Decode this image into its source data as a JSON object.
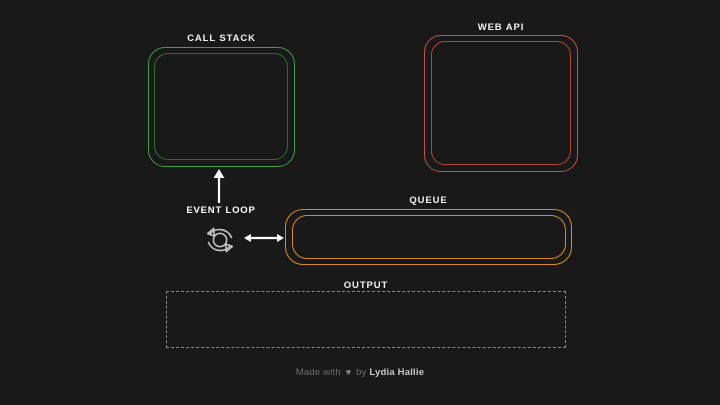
{
  "diagram": {
    "type": "javascript-event-loop",
    "background_color": "#191919",
    "sections": [
      {
        "id": "call_stack",
        "label": "CALL STACK",
        "shape": "rounded-rect-double-stroke",
        "color": "#3fa03f",
        "inner_color": "#2b6f2b",
        "items": []
      },
      {
        "id": "web_api",
        "label": "WEB API",
        "shape": "rounded-rect-double-stroke",
        "color": "#c6513f",
        "inner_color": "#b8452f",
        "items": []
      },
      {
        "id": "queue",
        "label": "QUEUE",
        "shape": "rounded-rect-double-stroke",
        "color": "#d98c26",
        "inner_color": "#d98c26",
        "items": []
      },
      {
        "id": "output",
        "label": "OUTPUT",
        "shape": "dashed-rect",
        "color": "#8a8a8a",
        "items": []
      }
    ],
    "event_loop": {
      "label": "EVENT LOOP",
      "icon": "circular-loop-arrows-icon",
      "color": "#c8c8c8"
    },
    "connectors": [
      {
        "id": "queue-to-callstack",
        "icon": "arrow-up-icon",
        "direction": "up",
        "color": "#ffffff"
      },
      {
        "id": "eventloop-to-queue",
        "icon": "arrow-double-horizontal-icon",
        "direction": "both",
        "color": "#ffffff"
      }
    ]
  },
  "footer": {
    "prefix": "Made with",
    "heart": "♥",
    "middle": "by",
    "author": "Lydia Hallie"
  }
}
